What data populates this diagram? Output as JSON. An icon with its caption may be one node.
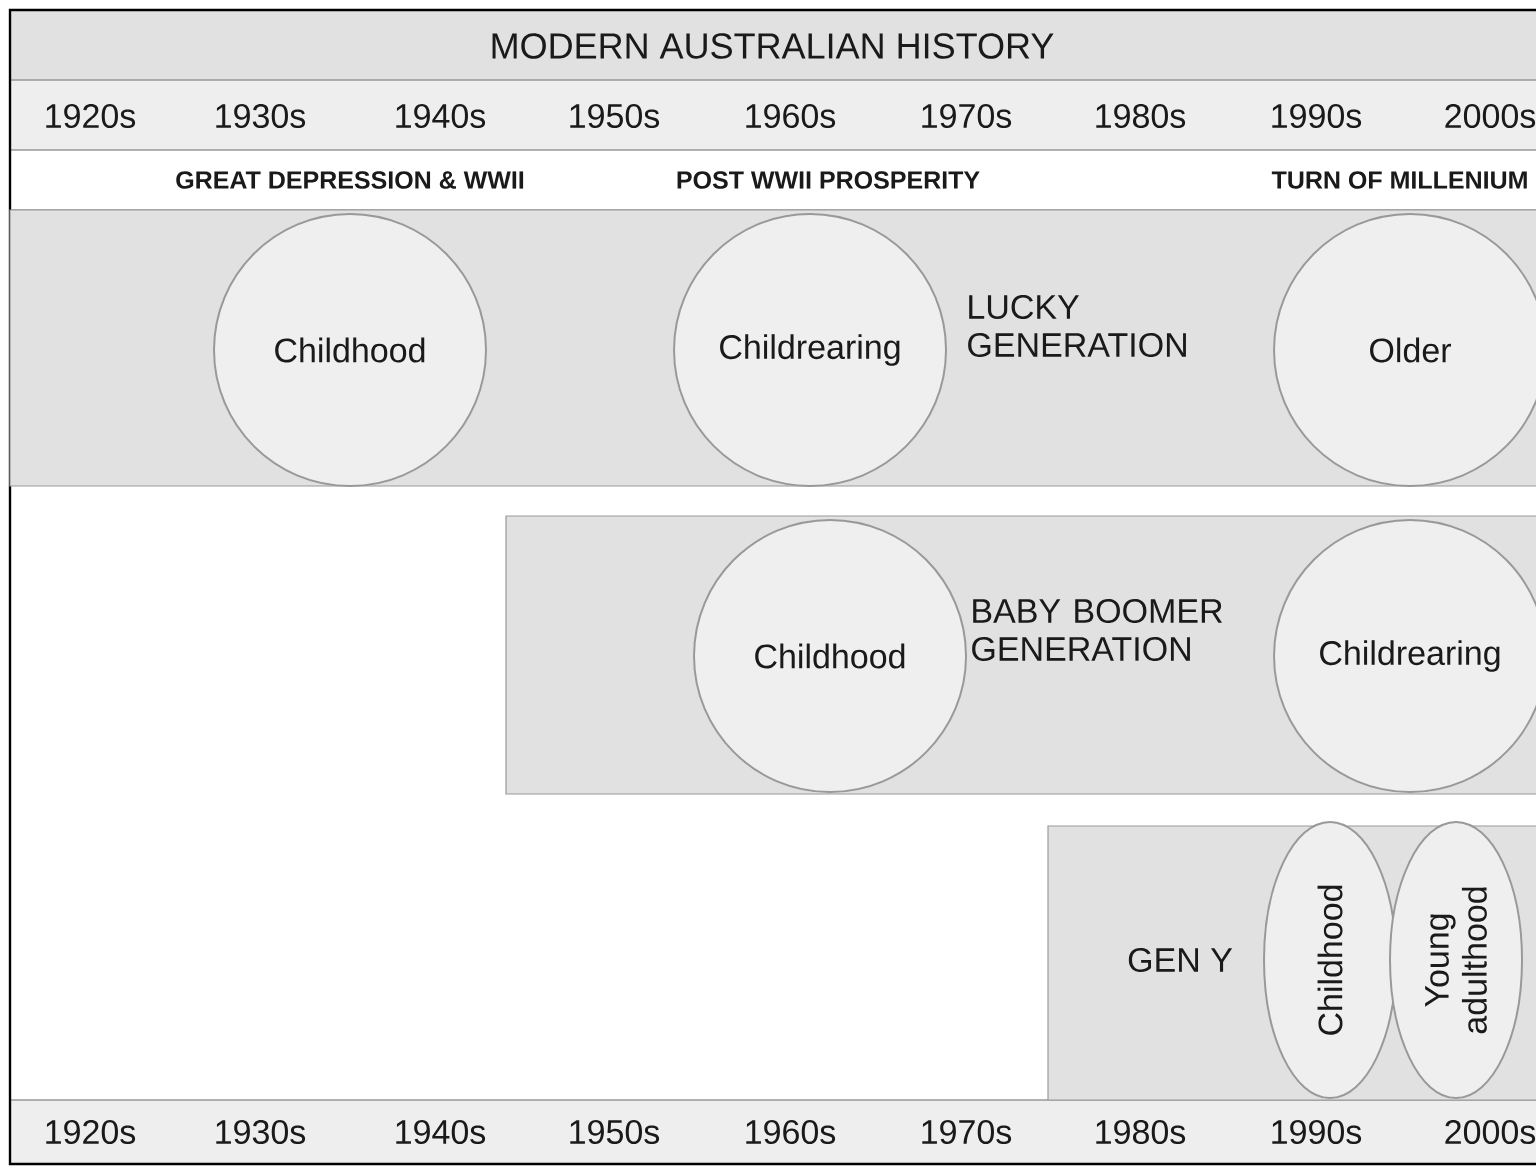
{
  "diagram": {
    "title": "MODERN AUSTRALIAN HISTORY",
    "nodes": [
      {
        "text": [
          "LUCKY GENERATION"
        ]
      },
      {
        "text": [
          "Childhood"
        ],
        "in": 0
      },
      {
        "text": [
          "Childrearing"
        ],
        "in": 0
      },
      {
        "text": [
          "Older"
        ],
        "in": 0
      },
      {
        "text": [
          "BABY BOOMER GENERATION"
        ]
      },
      {
        "text": [
          "Childhood"
        ],
        "in": 4
      },
      {
        "text": [
          "Childrearing"
        ],
        "in": 4
      },
      {
        "text": [
          "GEN Y"
        ]
      },
      {
        "text": [
          "Childhood"
        ],
        "in": 7
      },
      {
        "text": [
          "Young adulthood"
        ],
        "in": 7
      }
    ],
    "labels": [
      "1920s",
      "1930s",
      "1940s",
      "1950s",
      "1960s",
      "1970s",
      "1980s",
      "1990s",
      "2000s",
      "GREAT DEPRESSION & WWII",
      "POST WWII PROSPERITY",
      "TURN OF MILLENIUM",
      "1920s",
      "1930s",
      "1940s",
      "1950s",
      "1960s",
      "1970s",
      "1980s",
      "1990s",
      "2000s"
    ]
  }
}
